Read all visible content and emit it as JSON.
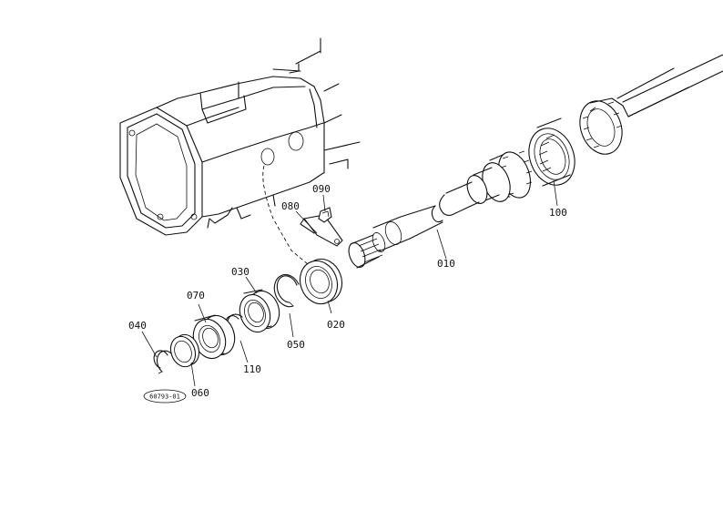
{
  "diagram": {
    "callouts": [
      {
        "id": "010",
        "label": "010"
      },
      {
        "id": "020",
        "label": "020"
      },
      {
        "id": "030",
        "label": "030"
      },
      {
        "id": "040",
        "label": "040"
      },
      {
        "id": "050",
        "label": "050"
      },
      {
        "id": "060",
        "label": "060"
      },
      {
        "id": "070",
        "label": "070"
      },
      {
        "id": "080",
        "label": "080"
      },
      {
        "id": "090",
        "label": "090"
      },
      {
        "id": "100",
        "label": "100"
      },
      {
        "id": "110",
        "label": "110"
      }
    ],
    "drawing_code": "60793-01"
  }
}
